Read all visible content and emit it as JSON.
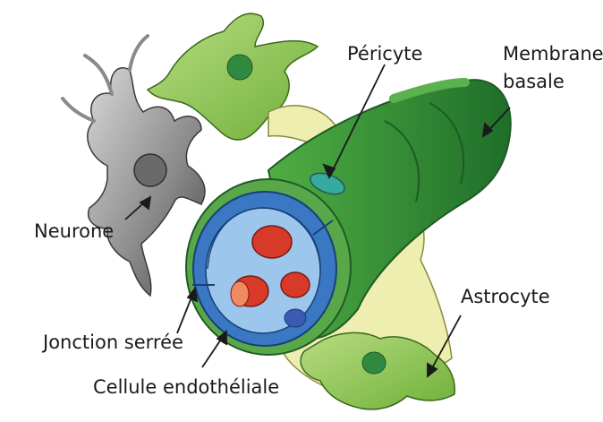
{
  "labels": {
    "pericyte": "Péricyte",
    "membrane_line1": "Membrane",
    "membrane_line2": "basale",
    "neurone": "Neurone",
    "astrocyte": "Astrocyte",
    "jonction": "Jonction serrée",
    "endothelial": "Cellule endothéliale"
  },
  "colors": {
    "astrocyte_green": "#8fc74a",
    "astrocyte_yellow": "#f0f0b0",
    "basal_membrane": "#3f9a3a",
    "pericyte": "#36aaa0",
    "endothelium": "#3a78c4",
    "endothelium_light": "#9cc6ec",
    "red_blood_cell": "#d83a2a",
    "neuron": "#7a7a7a"
  }
}
